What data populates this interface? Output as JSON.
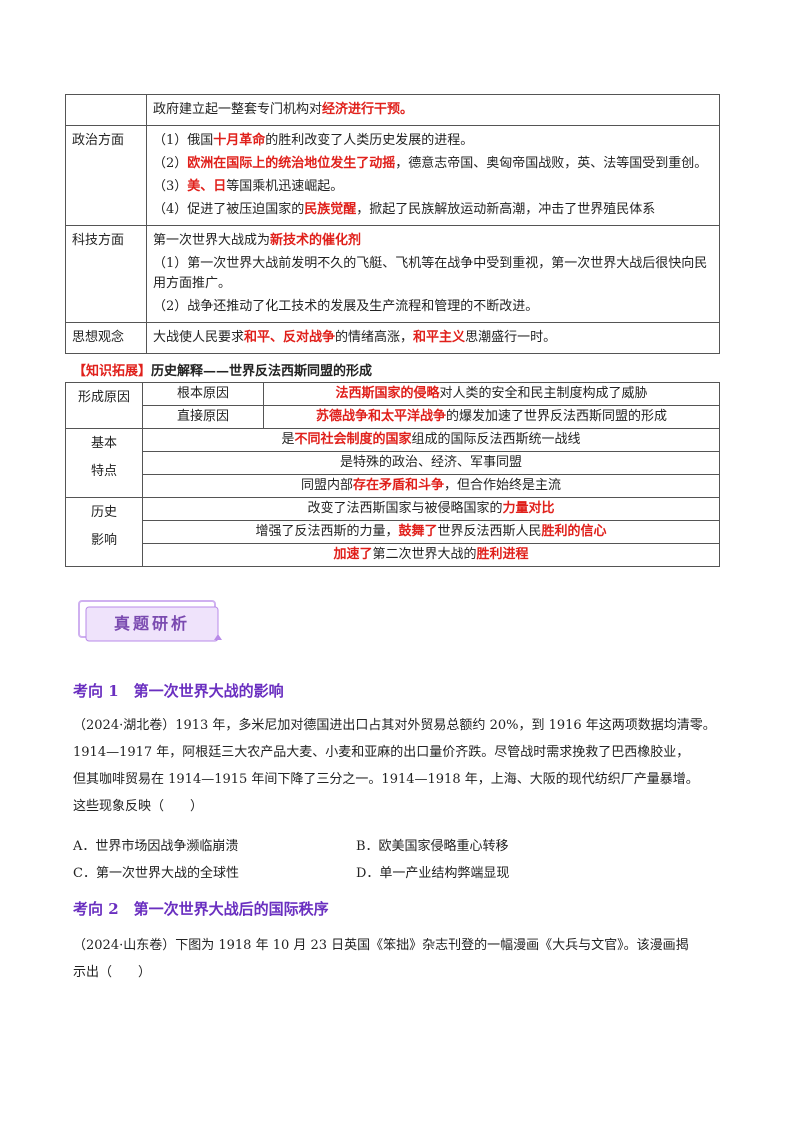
{
  "table1": {
    "row0": {
      "text1": "政府建立起一整套专门机构对",
      "red1": "经济进行干预。"
    },
    "politics": {
      "label": "政治方面",
      "i1": {
        "a": "（1）俄国",
        "r": "十月革命",
        "b": "的胜利改变了人类历史发展的进程。"
      },
      "i2": {
        "a": "（2）",
        "r": "欧洲在国际上的统治地位发生了动摇",
        "b": "，德意志帝国、奥匈帝国战败，英、法等国受到重创。"
      },
      "i3": {
        "a": "（3）",
        "r": "美、日",
        "b": "等国乘机迅速崛起。"
      },
      "i4": {
        "a": "（4）促进了被压迫国家的",
        "r": "民族觉醒",
        "b": "，掀起了民族解放运动新高潮，冲击了世界殖民体系"
      }
    },
    "tech": {
      "label": "科技方面",
      "i1": {
        "a": "第一次世界大战成为",
        "r": "新技术的催化剂"
      },
      "i2": "（1）第一次世界大战前发明不久的飞艇、飞机等在战争中受到重视，第一次世界大战后很快向民用方面推广。",
      "i3": "（2）战争还推动了化工技术的发展及生产流程和管理的不断改进。"
    },
    "thought": {
      "label": "思想观念",
      "a": "大战使人民要求",
      "r1": "和平、反对战争",
      "b": "的情绪高涨，",
      "r2": "和平主义",
      "c": "思潮盛行一时。"
    }
  },
  "expansion": {
    "tag": "【知识拓展】",
    "title": "历史解释——世界反法西斯同盟的形成"
  },
  "table2": {
    "cause": {
      "label": "形成原因",
      "root_label": "根本原因",
      "root_r": "法西斯国家的侵略",
      "root_b": "对人类的安全和民主制度构成了威胁",
      "direct_label": "直接原因",
      "direct_r": "苏德战争和太平洋战争",
      "direct_b": "的爆发加速了世界反法西斯同盟的形成"
    },
    "features": {
      "label1": "基本",
      "label2": "特点",
      "f1_a": "是",
      "f1_r": "不同社会制度的国家",
      "f1_b": "组成的国际反法西斯统一战线",
      "f2": "是特殊的政治、经济、军事同盟",
      "f3_a": "同盟内部",
      "f3_r": "存在矛盾和斗争",
      "f3_b": "，但合作始终是主流"
    },
    "impact": {
      "label1": "历史",
      "label2": "影响",
      "i1_a": "改变了法西斯国家与被侵略国家的",
      "i1_r": "力量对比",
      "i2_a": "增强了反法西斯的力量，",
      "i2_r1": "鼓舞了",
      "i2_b": "世界反法西斯人民",
      "i2_r2": "胜利的信心",
      "i3_r1": "加速了",
      "i3_a": "第二次世界大战的",
      "i3_r2": "胜利进程"
    }
  },
  "badge": "真题研析",
  "q1": {
    "heading": "考向 1　第一次世界大战的影响",
    "lines": [
      "（2024·湖北卷）1913 年，多米尼加对德国进出口占其对外贸易总额约 20%，到 1916 年这两项数据均清零。",
      "1914—1917 年，阿根廷三大农产品大麦、小麦和亚麻的出口量价齐跌。尽管战时需求挽救了巴西橡胶业，",
      "但其咖啡贸易在 1914—1915 年间下降了三分之一。1914—1918 年，上海、大阪的现代纺织厂产量暴增。",
      "这些现象反映（　　）"
    ],
    "options": {
      "A": "A．世界市场因战争濒临崩溃",
      "B": "B．欧美国家侵略重心转移",
      "C": "C．第一次世界大战的全球性",
      "D": "D．单一产业结构弊端显现"
    }
  },
  "q2": {
    "heading": "考向 2　第一次世界大战后的国际秩序",
    "lines": [
      "（2024·山东卷）下图为 1918 年 10 月 23 日英国《笨拙》杂志刊登的一幅漫画《大兵与文官》。该漫画揭",
      "示出（　　）"
    ]
  },
  "colors": {
    "emphasis": "#e0201b",
    "heading": "#6a2fc0",
    "badge_bg": "#efe3fb",
    "badge_border": "#b98be8"
  }
}
